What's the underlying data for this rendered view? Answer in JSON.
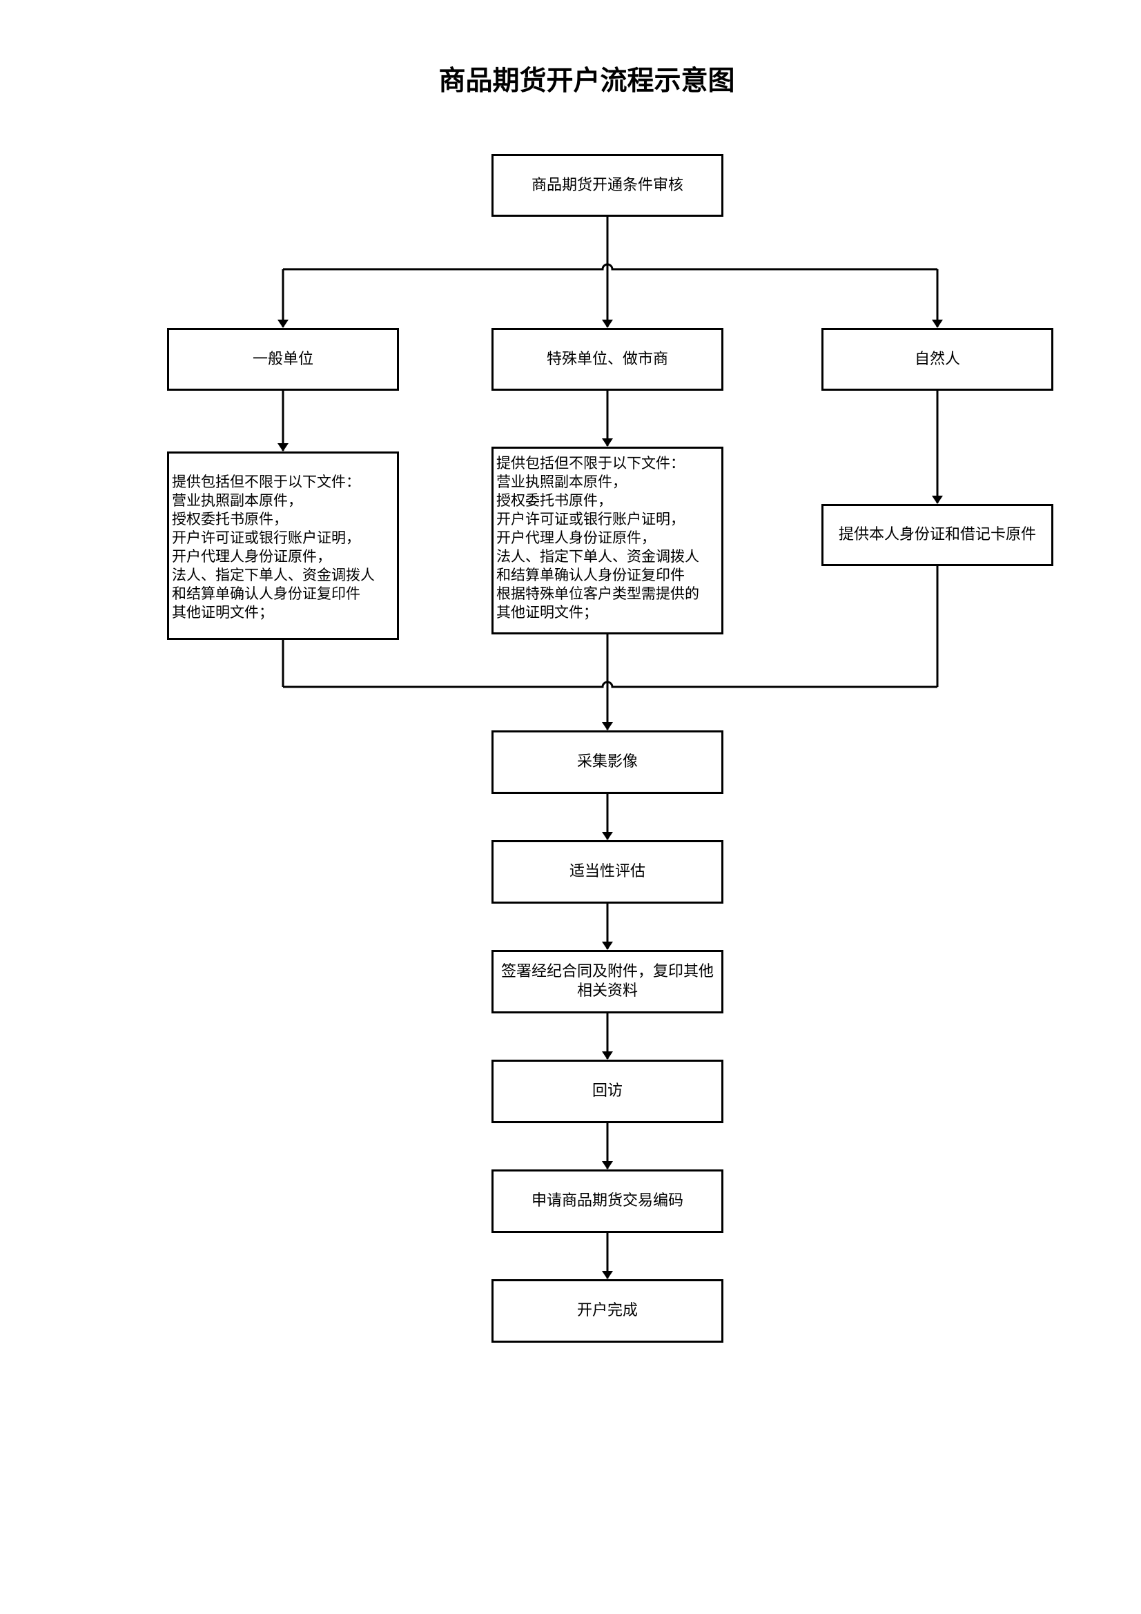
{
  "title": "商品期货开户流程示意图",
  "nodes": {
    "review": "商品期货开通条件审核",
    "general_unit": "一般单位",
    "special_unit": "特殊单位、做市商",
    "natural_person": "自然人",
    "general_docs": [
      "提供包括但不限于以下文件：",
      "营业执照副本原件，",
      "授权委托书原件，",
      "开户许可证或银行账户证明，",
      "开户代理人身份证原件，",
      "法人、指定下单人、资金调拨人",
      "和结算单确认人身份证复印件",
      "其他证明文件；"
    ],
    "special_docs": [
      "提供包括但不限于以下文件：",
      "营业执照副本原件，",
      "授权委托书原件，",
      "开户许可证或银行账户证明，",
      "开户代理人身份证原件，",
      "法人、指定下单人、资金调拨人",
      "和结算单确认人身份证复印件",
      "根据特殊单位客户类型需提供的",
      "其他证明文件；"
    ],
    "person_docs": "提供本人身份证和借记卡原件",
    "image_capture": "采集影像",
    "suitability": "适当性评估",
    "sign_contract_line1": "签署经纪合同及附件，复印其他",
    "sign_contract_line2": "相关资料",
    "callback": "回访",
    "apply_code": "申请商品期货交易编码",
    "complete": "开户完成"
  }
}
